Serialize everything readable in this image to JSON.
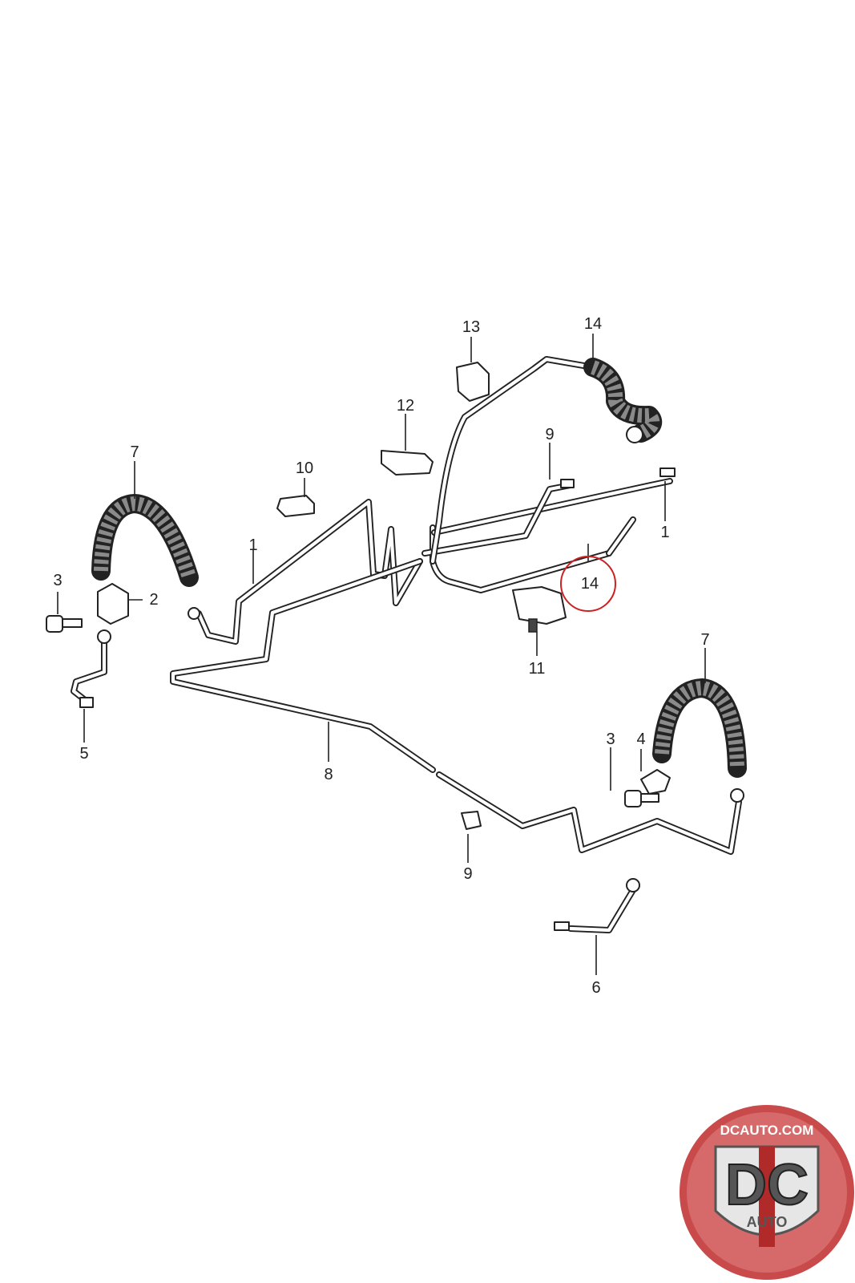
{
  "callouts": {
    "c1a": "1",
    "c1b": "1",
    "c2": "2",
    "c3a": "3",
    "c3b": "3",
    "c4": "4",
    "c5": "5",
    "c6": "6",
    "c7a": "7",
    "c7b": "7",
    "c8": "8",
    "c9a": "9",
    "c9b": "9",
    "c10": "10",
    "c11": "11",
    "c12": "12",
    "c13": "13",
    "c14a": "14",
    "c14b": "14"
  },
  "highlight": {
    "part": "14",
    "color": "#cc2222"
  },
  "logo": {
    "text_top": "DCAUTO.COM",
    "text_main": "DC",
    "text_sub": "AUTO",
    "colors": {
      "ring": "#c94a4a",
      "center": "#e0e0e0",
      "stripe": "#b02a2a"
    }
  }
}
